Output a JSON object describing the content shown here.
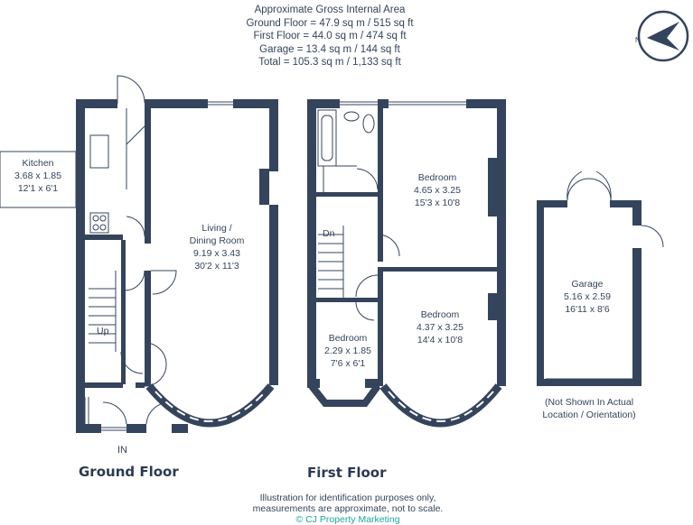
{
  "header": {
    "line1": "Approximate Gross Internal Area",
    "line2": "Ground Floor = 47.9 sq m / 515 sq ft",
    "line3": "First Floor = 44.0 sq m / 474 sq ft",
    "line4": "Garage = 13.4 sq m / 144 sq ft",
    "line5": "Total = 105.3 sq m / 1,133 sq ft"
  },
  "compass": {
    "letter": "N"
  },
  "ground_floor": {
    "title": "Ground Floor",
    "kitchen": {
      "name": "Kitchen",
      "metric": "3.68 x 1.85",
      "imperial": "12'1 x 6'1"
    },
    "living": {
      "name1": "Living /",
      "name2": "Dining Room",
      "metric": "9.19 x 3.43",
      "imperial": "30'2 x 11'3"
    },
    "stairs_label": "Up",
    "entrance_label": "IN"
  },
  "first_floor": {
    "title": "First Floor",
    "stairs_label": "Dn",
    "bedroom_rear": {
      "name": "Bedroom",
      "metric": "4.65 x 3.25",
      "imperial": "15'3 x 10'8"
    },
    "bedroom_front": {
      "name": "Bedroom",
      "metric": "4.37 x 3.25",
      "imperial": "14'4 x 10'8"
    },
    "bedroom_small": {
      "name": "Bedroom",
      "metric": "2.29 x 1.85",
      "imperial": "7'6 x 6'1"
    }
  },
  "garage": {
    "name": "Garage",
    "metric": "5.16 x 2.59",
    "imperial": "16'11 x 8'6",
    "note1": "(Not Shown In Actual",
    "note2": "Location / Orientation)"
  },
  "footer": {
    "line1": "Illustration for identification purposes only,",
    "line2": "measurements are approximate, not to scale.",
    "credit": "© CJ Property Marketing"
  },
  "colors": {
    "wall": "#34445c",
    "credit": "#1fa89a",
    "background": "#ffffff"
  }
}
